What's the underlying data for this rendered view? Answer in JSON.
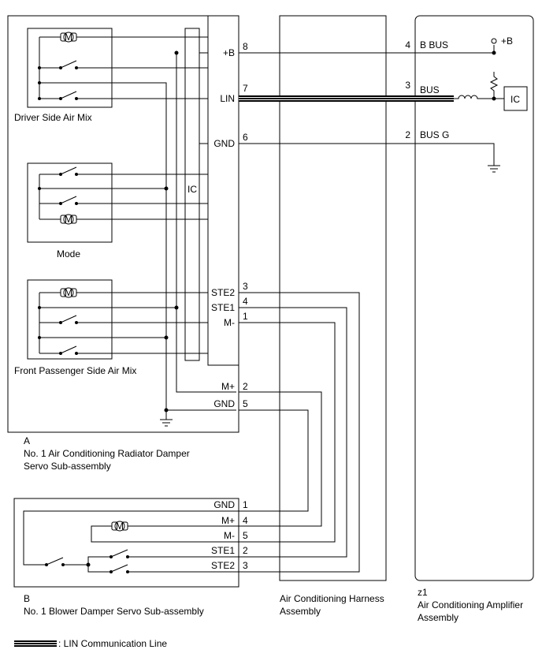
{
  "component_a": {
    "id": "A",
    "name_line1": "No. 1 Air Conditioning Radiator Damper",
    "name_line2": "Servo Sub-assembly",
    "sub_driver": "Driver Side Air Mix",
    "sub_mode": "Mode",
    "sub_passenger": "Front Passenger Side Air Mix",
    "ic_label": "IC",
    "pins": [
      {
        "name": "+B",
        "num": "8"
      },
      {
        "name": "LIN",
        "num": "7"
      },
      {
        "name": "GND",
        "num": "6"
      },
      {
        "name": "STE2",
        "num": "3"
      },
      {
        "name": "STE1",
        "num": "4"
      },
      {
        "name": "M-",
        "num": "1"
      },
      {
        "name": "M+",
        "num": "2"
      },
      {
        "name": "GND",
        "num": "5"
      }
    ]
  },
  "component_b": {
    "id": "B",
    "name": "No. 1 Blower Damper Servo Sub-assembly",
    "pins": [
      {
        "name": "GND",
        "num": "1"
      },
      {
        "name": "M+",
        "num": "4"
      },
      {
        "name": "M-",
        "num": "5"
      },
      {
        "name": "STE1",
        "num": "2"
      },
      {
        "name": "STE2",
        "num": "3"
      }
    ]
  },
  "harness": {
    "name_line1": "Air Conditioning Harness",
    "name_line2": "Assembly"
  },
  "component_z1": {
    "id": "z1",
    "name_line1": "Air Conditioning Amplifier",
    "name_line2": "Assembly",
    "ic_label": "IC",
    "plus_b": "+B",
    "pins": [
      {
        "name": "B BUS",
        "num": "4"
      },
      {
        "name": "BUS",
        "num": "3"
      },
      {
        "name": "BUS G",
        "num": "2"
      }
    ]
  },
  "motor_symbol": "M",
  "legend": {
    "text": ": LIN Communication Line"
  }
}
